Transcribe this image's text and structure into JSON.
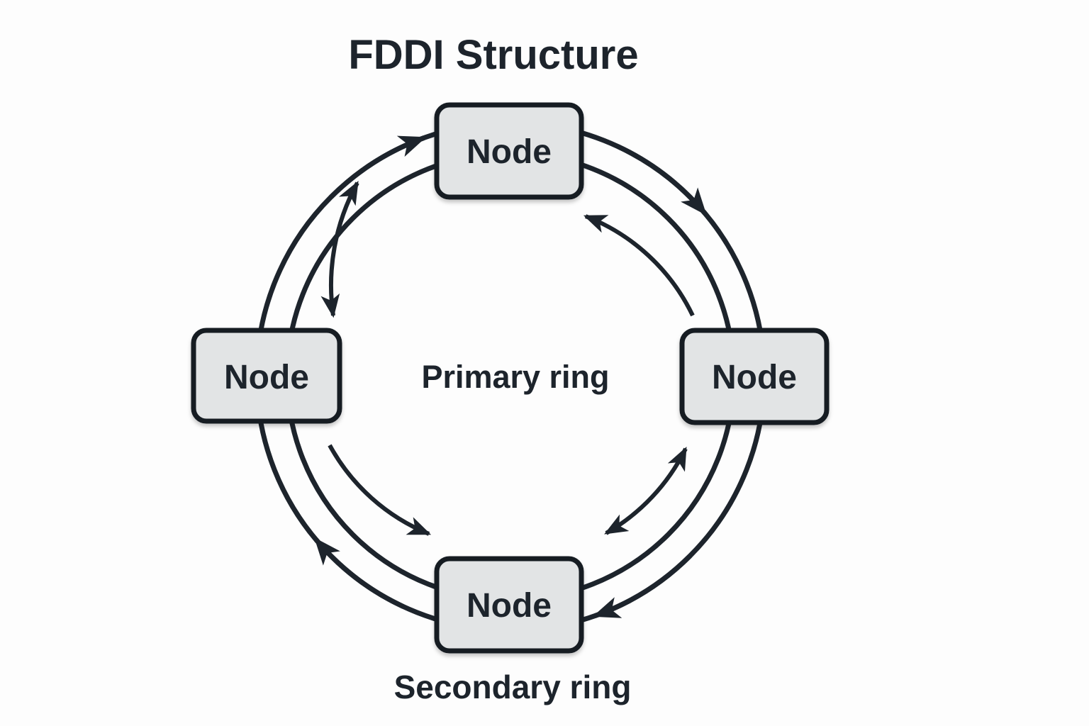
{
  "title": "FDDI Structure",
  "diagram": {
    "nodes": [
      {
        "id": "top",
        "label": "Node"
      },
      {
        "id": "right",
        "label": "Node"
      },
      {
        "id": "bottom",
        "label": "Node"
      },
      {
        "id": "left",
        "label": "Node"
      }
    ],
    "rings": {
      "primary_label": "Primary ring",
      "secondary_label": "Secondary ring"
    },
    "colors": {
      "ink": "#1d242c",
      "node_fill": "#e2e4e5",
      "node_border": "#151b23",
      "background": "#fdfdfd"
    }
  }
}
